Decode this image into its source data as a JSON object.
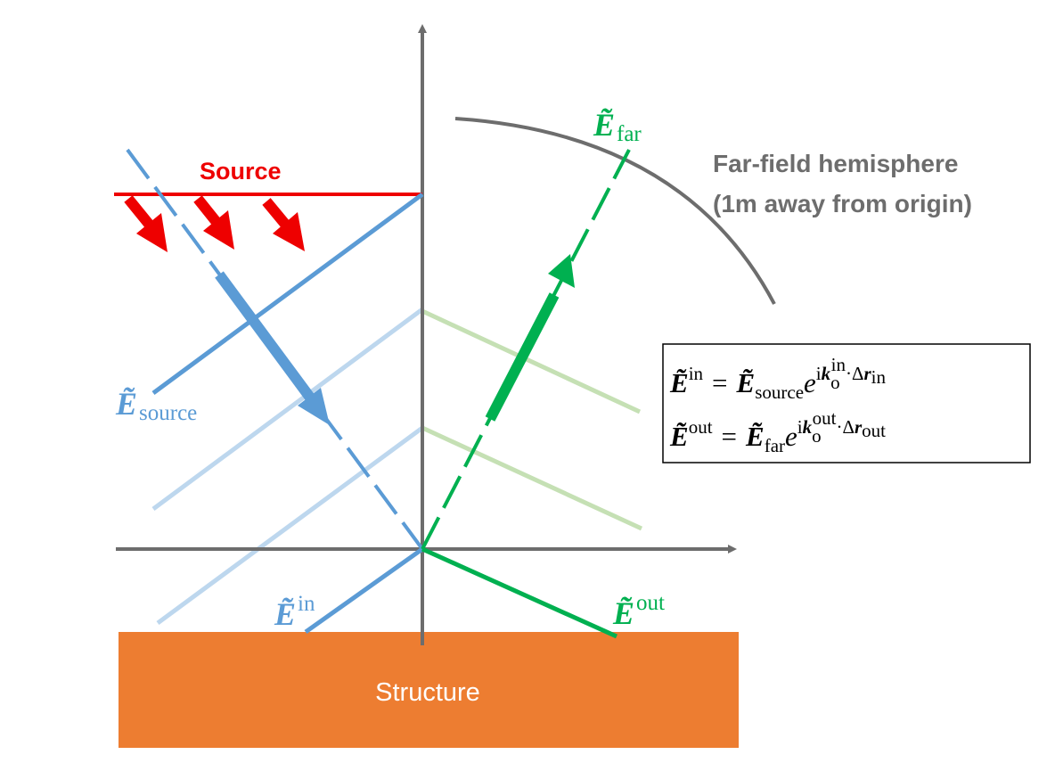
{
  "labels": {
    "source": "Source",
    "far_field_line1": "Far-field hemisphere",
    "far_field_line2": "(1m away from origin)",
    "structure": "Structure"
  },
  "symbols": {
    "tilde_E": "Ẽ",
    "sub_source": "source",
    "sub_far": "far",
    "sup_in": "in",
    "sup_out": "out"
  },
  "equations": {
    "eq1": {
      "lhs_sup": "in",
      "equals": "=",
      "rhs_sub": "source",
      "exp_base": "e",
      "exp_i": "i",
      "exp_k": "k",
      "exp_k_sub": "o",
      "exp_k_sup": "in",
      "exp_dot": "·Δ",
      "exp_r": "r",
      "exp_r_sub": "in"
    },
    "eq2": {
      "lhs_sup": "out",
      "equals": "=",
      "rhs_sub": "far",
      "exp_base": "e",
      "exp_i": "i",
      "exp_k": "k",
      "exp_k_sub": "o",
      "exp_k_sup": "out",
      "exp_dot": "·Δ",
      "exp_r": "r",
      "exp_r_sub": "out"
    }
  },
  "colors": {
    "source_red": "#ee0000",
    "incident_blue": "#5b9bd5",
    "incident_blue_light": "#bdd7ee",
    "outgoing_green": "#00b050",
    "outgoing_green_light": "#c5e0b4",
    "axis_gray": "#6d6d6d",
    "structure_orange": "#ed7d31"
  }
}
